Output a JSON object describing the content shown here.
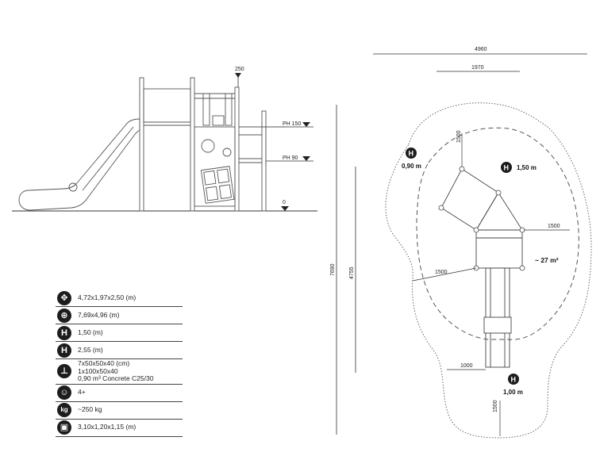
{
  "elevation": {
    "labels": {
      "top": "250",
      "ph150": "PH 150",
      "ph90": "PH 90",
      "ground": "0"
    }
  },
  "plan": {
    "dimensions": {
      "overall_width": "4960",
      "inner_width": "1970",
      "overall_height": "7690",
      "inner_height": "4755",
      "top_offset": "1500",
      "right_offset": "1500",
      "left_offset": "1500",
      "slide_offset": "1000",
      "bottom_offset": "1500"
    },
    "heights": {
      "left": "0,90 m",
      "top": "1,50 m",
      "bottom": "1,00 m"
    },
    "area": "~ 27 m²"
  },
  "specs": [
    {
      "icon": "arrows-dimensions-icon",
      "glyph": "✥",
      "text": "4,72x1,97x2,50 (m)"
    },
    {
      "icon": "safety-area-icon",
      "glyph": "⊕",
      "text": "7,69x4,96 (m)"
    },
    {
      "icon": "fall-height-icon",
      "glyph": "H",
      "text": "1,50 (m)"
    },
    {
      "icon": "free-height-icon",
      "glyph": "H",
      "text": "2,55 (m)"
    },
    {
      "icon": "foundation-icon",
      "glyph": "⊥",
      "text": "7x50x50x40 (cm)\n1x100x50x40\n0,90 m³ Concrete C25/30"
    },
    {
      "icon": "age-icon",
      "glyph": "☺",
      "text": "4+"
    },
    {
      "icon": "weight-icon",
      "glyph": "kg",
      "text": "~250 kg"
    },
    {
      "icon": "package-icon",
      "glyph": "▣",
      "text": "3,10x1,20x1,15 (m)"
    }
  ]
}
